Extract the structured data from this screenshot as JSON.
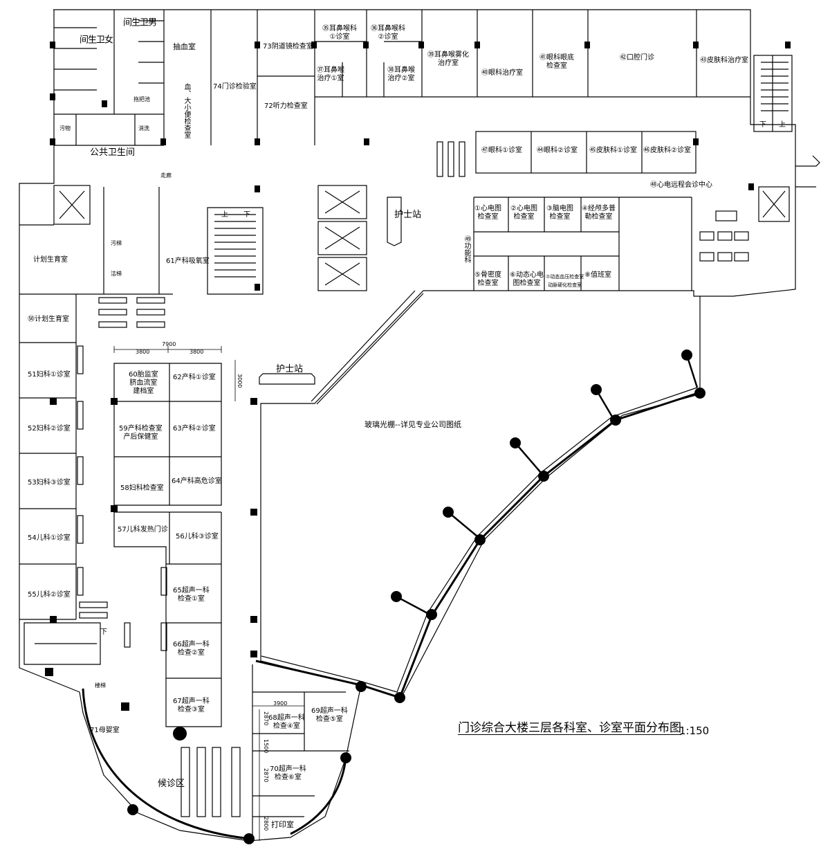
{
  "title": "门诊综合大楼三层各科室、诊室平面分布图",
  "scale": "1:150",
  "areas": {
    "glass_roof": "玻璃光棚--详见专业公司图纸",
    "waiting": "候诊区",
    "public_wc": "公共卫生间",
    "female_wc": "女\n卫\n生\n间",
    "male_wc": "男\n卫\n生\n间",
    "nurse1": "护士站",
    "nurse2": "护士站",
    "print": "打印室",
    "blood": "抽血室",
    "sample": "血、大小便检查室",
    "family_left": "计划生育室",
    "corridor": "走廊",
    "stair_up": "上",
    "stair_down": "下",
    "stair_down_left": "下",
    "stair_right_down": "下",
    "stair_right_up": "上",
    "dirty": "污物",
    "wash": "消洗",
    "dirty2": "污梯",
    "clean": "洁梯",
    "function_dept": "功能科",
    "staff": "楼梯",
    "mop": "拖把池"
  },
  "rooms": {
    "r35": "㉟耳鼻喉科\n①诊室",
    "r36": "㊱耳鼻喉科\n②诊室",
    "r37": "㊲耳鼻喉\n治疗①室",
    "r38": "㊳耳鼻喉\n治疗②室",
    "r39": "㊴耳鼻喉雾化\n治疗室",
    "r40": "㊵眼科治疗室",
    "r41": "㊶眼科眼底\n检查室",
    "r42": "㊷口腔门诊",
    "r43": "㊸皮肤科治疗室",
    "r44": "㊹眼科②诊室",
    "r45": "㊺皮肤科①诊室",
    "r46": "㊻皮肤科②诊室",
    "r47": "㊼眼科①诊室",
    "r48": "㊽心电远程会诊中心",
    "r49": "㊾功能科",
    "r50": "㊿计划生育室",
    "r51": "51妇科①诊室",
    "r52": "52妇科②诊室",
    "r53": "53妇科③诊室",
    "r54": "54儿科①诊室",
    "r55": "55儿科②诊室",
    "r56": "56儿科③诊室",
    "r57": "57儿科发热门诊",
    "r58": "58妇科检查室",
    "r59": "59产科检查室\n产后保健室",
    "r60": "60胎监室\n脐血流室\n建档室",
    "r61": "61产科吸氧室",
    "r62": "62产科①诊室",
    "r63": "63产科②诊室",
    "r64": "64产科高危诊室",
    "r65": "65超声一科\n检查①室",
    "r66": "66超声一科\n检查②室",
    "r67": "67超声一科\n检查③室",
    "r68": "68超声一科\n检查④室",
    "r69": "69超声一科\n检查⑤室",
    "r70": "70超声一科\n检查⑥室",
    "r71": "71母婴室",
    "r72": "72听力检查室",
    "r73": "73阴道镜检查室",
    "r74": "74门诊检验室",
    "f1": "①心电图\n检查室",
    "f2": "②心电图\n检查室",
    "f3": "③脑电图\n检查室",
    "f4": "④经颅多普\n勒检查室",
    "f5": "⑤骨密度\n检查室",
    "f6": "⑥动态心电\n图检查室",
    "f7": "⑦动态血压检查室\n动脉硬化检查室",
    "f8": "⑧值班室"
  },
  "dimensions": {
    "d7900": "7900",
    "d3800a": "3800",
    "d3800b": "3800",
    "d3000": "3000",
    "d3900": "3900",
    "d2870a": "2870",
    "d1500": "1500",
    "d2870b": "2870",
    "d2800": "2800"
  },
  "colors": {
    "line": "#000000",
    "background": "#ffffff"
  }
}
